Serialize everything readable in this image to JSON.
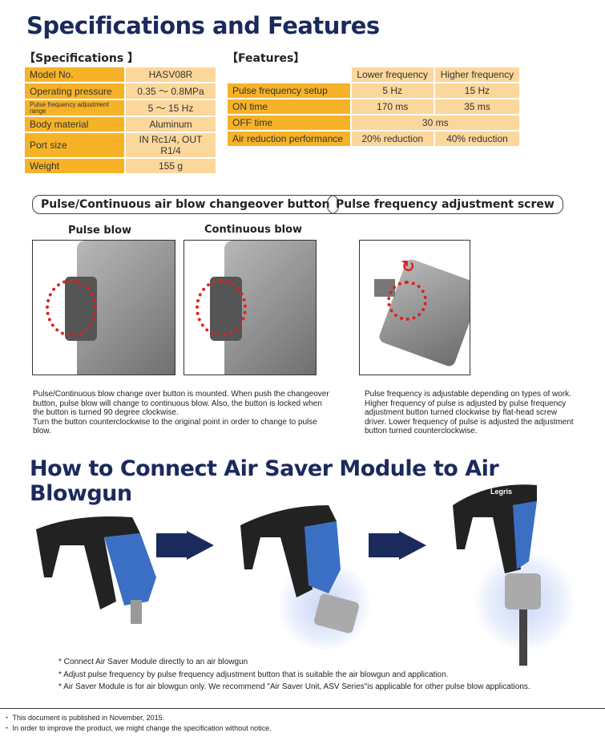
{
  "title": "Specifications and Features",
  "specs": {
    "heading": "【Specifications 】",
    "rows": [
      {
        "label": "Model No.",
        "value": "HASV08R"
      },
      {
        "label": "Operating pressure",
        "value": "0.35 ～ 0.8MPa"
      },
      {
        "label": "Pulse frequency adjustment range",
        "value": "5 ～ 15 Hz"
      },
      {
        "label": "Body material",
        "value": "Aluminum"
      },
      {
        "label": "Port size",
        "value": "IN Rc1/4, OUT R1/4"
      },
      {
        "label": "Weight",
        "value": "155 g"
      }
    ]
  },
  "features": {
    "heading": "【Features】",
    "columns": [
      "Lower frequency",
      "Higher frequency"
    ],
    "rows": [
      {
        "label": "Pulse frequency setup",
        "low": "5 Hz",
        "high": "15 Hz"
      },
      {
        "label": "ON time",
        "low": "170 ms",
        "high": "35 ms"
      },
      {
        "label": "OFF time",
        "both": "30 ms"
      },
      {
        "label": "Air reduction performance",
        "low": "20% reduction",
        "high": "40% reduction"
      }
    ]
  },
  "changeover": {
    "title": "Pulse/Continuous air blow changeover button",
    "pulse_label": "Pulse blow",
    "continuous_label": "Continuous blow",
    "text": [
      "Pulse/Continuous blow change over button is mounted. When push the changeover",
      "button, pulse blow will change to continuous blow.  Also, the button is locked when",
      "the button is turned 90 degree clockwise.",
      "Turn the button counterclockwise to the original point in order to change to pulse",
      "blow."
    ]
  },
  "adjust": {
    "title": "Pulse frequency adjustment screw",
    "text": [
      "Pulse frequency is adjustable depending on types of work.",
      "Higher frequency of pulse is adjusted by pulse frequency",
      "adjustment button turned clockwise by flat-head screw",
      "driver.  Lower frequency of pulse is adjusted the adjustment",
      "button turned counterclockwise."
    ]
  },
  "connect": {
    "title": "How to Connect Air Saver Module to Air Blowgun",
    "brand": "Legris",
    "notes": [
      "* Connect Air Saver Module directly to an air blowgun",
      "* Adjust pulse frequency by pulse frequency adjustment button that is suitable the air blowgun and application.",
      "* Air Saver Module is for air blowgun only.  We recommend \"Air Saver Unit, ASV Series\"is applicable for other pulse blow applications."
    ]
  },
  "footer": [
    "・ This document is published in November, 2015.",
    "・ In order to improve the product, we might change the specification without notice."
  ],
  "colors": {
    "title": "#1b2a5c",
    "key_cell": "#f6b327",
    "value_cell": "#fcd79c",
    "marker": "#e02020",
    "gun_blue": "#3a6fc4"
  }
}
